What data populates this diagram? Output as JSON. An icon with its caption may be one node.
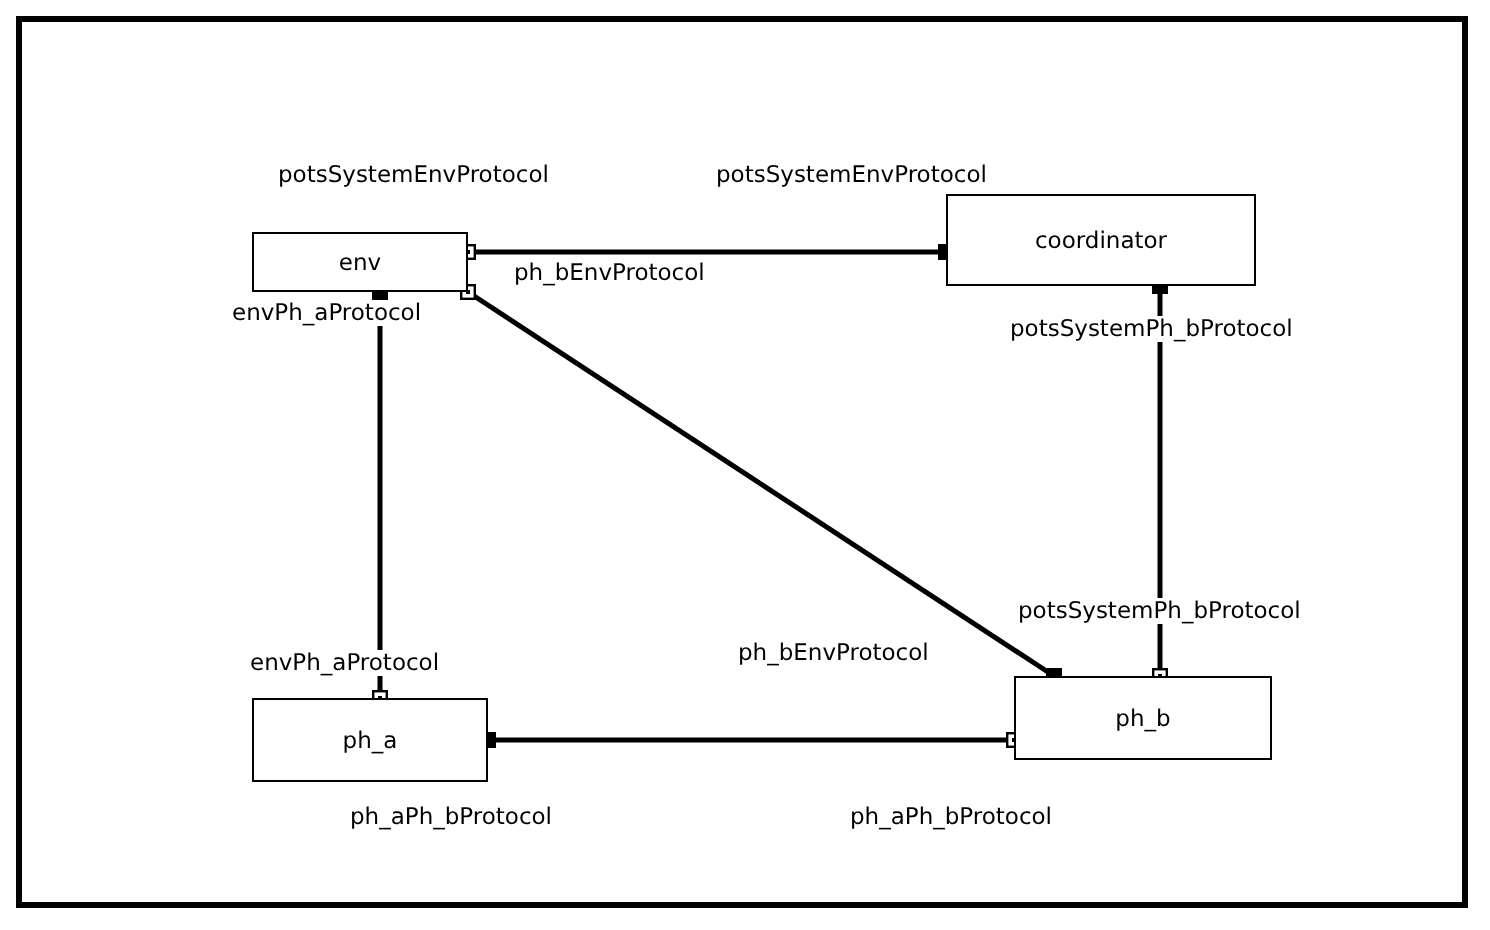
{
  "diagram": {
    "nodes": [
      {
        "text": [
          "env"
        ]
      },
      {
        "text": [
          "coordinator"
        ]
      },
      {
        "text": [
          "ph_a"
        ]
      },
      {
        "text": [
          "ph_b"
        ]
      }
    ],
    "edges": [
      {
        "from": 0,
        "to": 1,
        "arrow": "other"
      },
      {
        "from": 0,
        "to": 2,
        "arrow": "other"
      },
      {
        "from": 0,
        "to": 3,
        "arrow": "other"
      },
      {
        "from": 1,
        "to": 3,
        "arrow": "other"
      },
      {
        "from": 2,
        "to": 3,
        "arrow": "other"
      }
    ],
    "labels": [
      "potsSystemEnvProtocol",
      "potsSystemEnvProtocol",
      "ph_bEnvProtocol",
      "envPh_aProtocol",
      "potsSystemPh_bProtocol",
      "potsSystemPh_bProtocol",
      "ph_bEnvProtocol",
      "envPh_aProtocol",
      "ph_aPh_bProtocol",
      "ph_aPh_bProtocol"
    ]
  }
}
